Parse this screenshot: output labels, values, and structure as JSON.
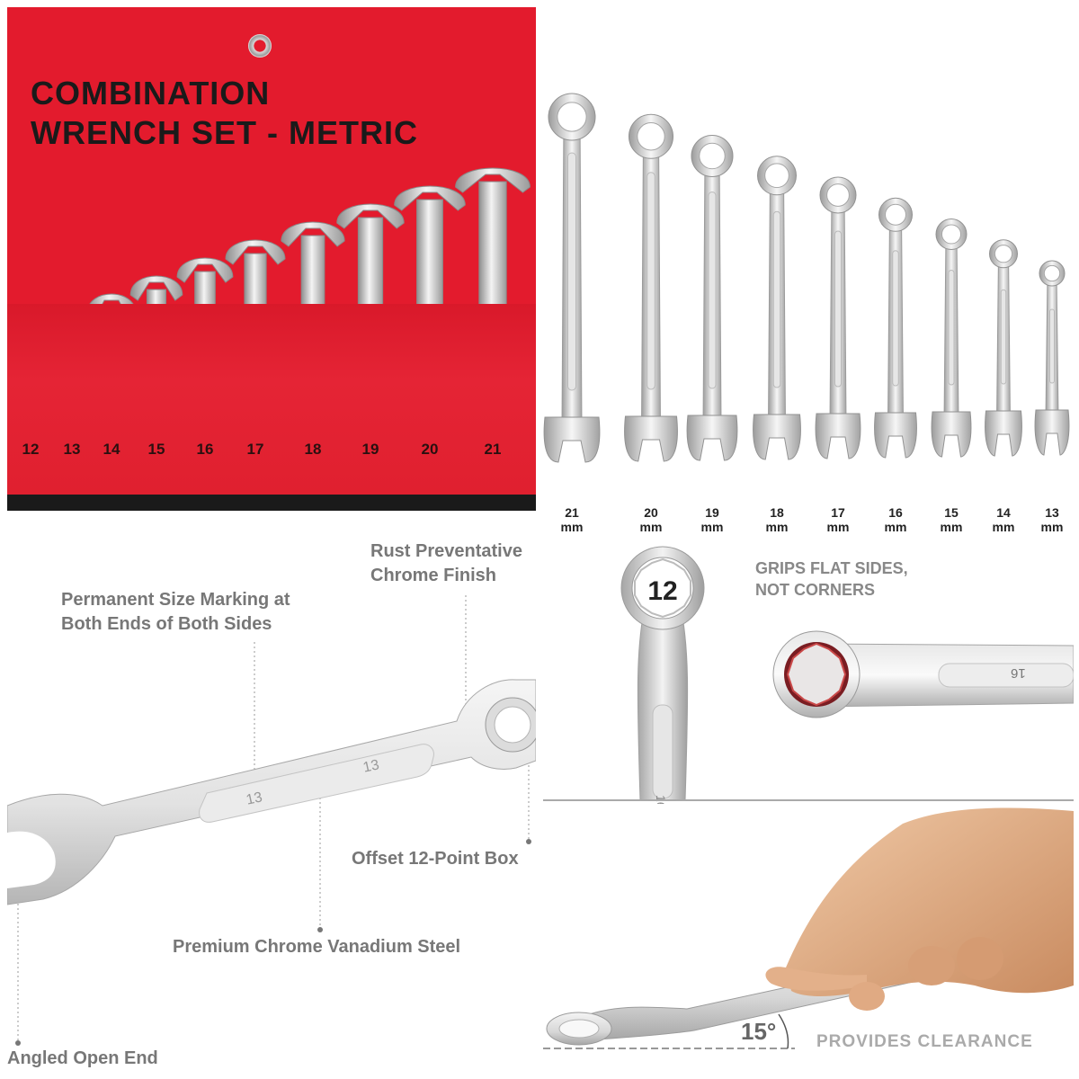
{
  "roll": {
    "title_line1": "COMBINATION",
    "title_line2": "WRENCH SET - METRIC",
    "pocket_sizes": [
      "12",
      "13",
      "14",
      "15",
      "16",
      "17",
      "18",
      "19",
      "20",
      "21"
    ]
  },
  "row": {
    "sizes": [
      {
        "value": "21",
        "unit": "mm"
      },
      {
        "value": "20",
        "unit": "mm"
      },
      {
        "value": "19",
        "unit": "mm"
      },
      {
        "value": "18",
        "unit": "mm"
      },
      {
        "value": "17",
        "unit": "mm"
      },
      {
        "value": "16",
        "unit": "mm"
      },
      {
        "value": "15",
        "unit": "mm"
      },
      {
        "value": "14",
        "unit": "mm"
      },
      {
        "value": "13",
        "unit": "mm"
      }
    ]
  },
  "features": {
    "rust_line1": "Rust Preventative",
    "rust_line2": "Chrome Finish",
    "marking_line1": "Permanent Size Marking at",
    "marking_line2": "Both Ends of Both Sides",
    "offset_box": "Offset 12-Point Box",
    "steel": "Premium Chrome Vanadium Steel",
    "angled": "Angled Open End",
    "wrench_mark": "13"
  },
  "grip": {
    "badge": "12",
    "text_line1": "GRIPS FLAT SIDES,",
    "text_line2": "NOT CORNERS",
    "wrench_mark": "16"
  },
  "clearance": {
    "angle": "15°",
    "text": "PROVIDES CLEARANCE"
  }
}
